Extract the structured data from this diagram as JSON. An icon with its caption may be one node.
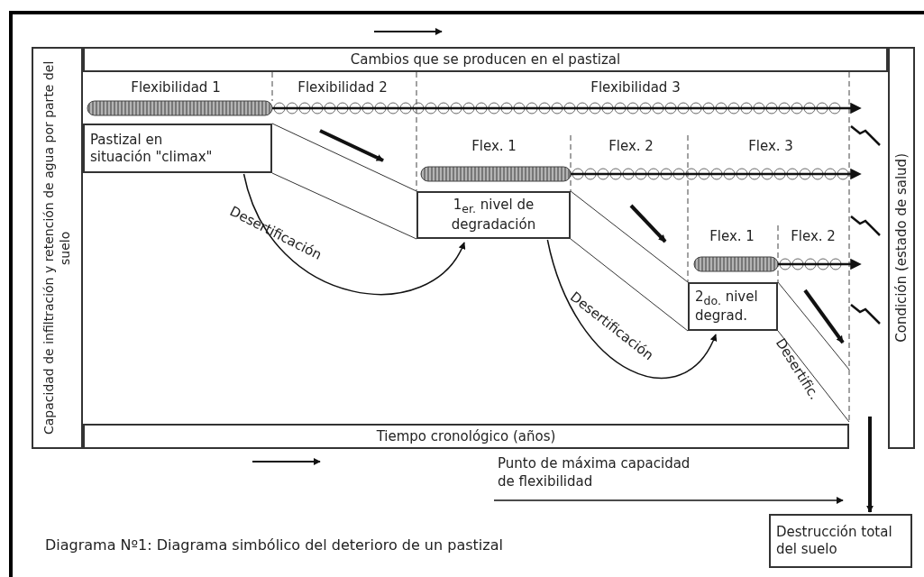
{
  "diagram": {
    "caption": "Diagrama Nº1: Diagrama simbólico del deterioro de un pastizal",
    "nodes": [
      {
        "text": [
          "Capacidad de infiltración y retención de agua por parte del suelo"
        ]
      },
      {
        "text": [
          "Cambios que se producen en el pastizal"
        ]
      },
      {
        "text": [
          "Pastizal en situación \"climax\""
        ]
      },
      {
        "text": [
          "1$_{er.}$ nivel de degradación"
        ]
      },
      {
        "text": [
          "2$_{do.}$ nivel degrad."
        ]
      },
      {
        "text": [
          "Tiempo cronológico (años)"
        ]
      },
      {
        "text": [
          "Condición (estado de salud)"
        ]
      },
      {
        "text": [
          "Destrucción total del suelo"
        ]
      }
    ],
    "edges": [
      {
        "from": 2,
        "to": 3,
        "arrow": "to",
        "label": "Desertificación"
      },
      {
        "from": 3,
        "to": 4,
        "arrow": "to",
        "label": "Desertificación"
      },
      {
        "from": null,
        "to": 7,
        "arrow": "to",
        "style": "thick"
      }
    ],
    "labels": [
      "Flexibilidad 1",
      "Flexibilidad 2",
      "Flexibilidad 3",
      "Flex. 1",
      "Flex. 2",
      "Flex. 3",
      "Flex. 1",
      "Flex. 2",
      "Desertific.",
      "Punto de máxima capacidad de flexibilidad"
    ]
  }
}
